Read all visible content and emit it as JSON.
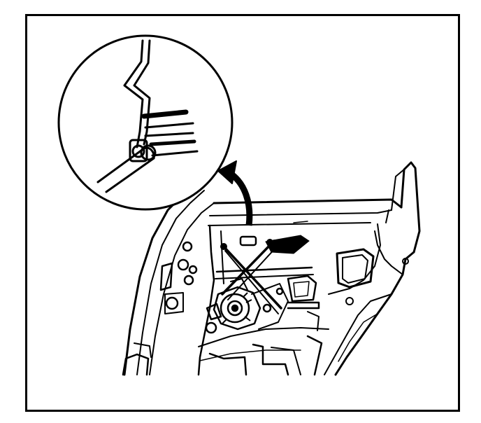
{
  "figure": {
    "subject": "door-window-regulator",
    "colors": {
      "ink": "#000000",
      "paper": "#ffffff"
    },
    "icons": [
      "detail-magnifier-circle",
      "curved-direction-arrow",
      "window-regulator-assembly",
      "door-inner-panel"
    ]
  }
}
